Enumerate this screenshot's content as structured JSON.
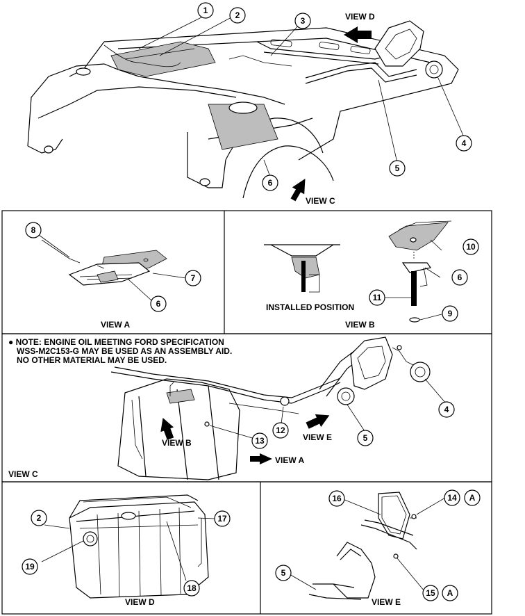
{
  "callouts": {
    "top": [
      "1",
      "2",
      "3",
      "4",
      "5",
      "6"
    ],
    "view_a": [
      "8",
      "7",
      "6"
    ],
    "view_b": [
      "10",
      "6",
      "11",
      "9"
    ],
    "view_c": [
      "4",
      "5",
      "12",
      "13"
    ],
    "view_d": [
      "2",
      "17",
      "19",
      "18"
    ],
    "view_e": [
      "16",
      "14",
      "5",
      "15"
    ],
    "ref_letter": "A"
  },
  "labels": {
    "view_d_top": "VIEW D",
    "view_c_top": "VIEW C",
    "view_a": "VIEW A",
    "view_b": "VIEW B",
    "installed_position": "INSTALLED POSITION",
    "note_line1": "● NOTE: ENGINE OIL MEETING FORD SPECIFICATION",
    "note_line2": "WSS-M2C153-G MAY BE USED AS AN ASSEMBLY AID.",
    "note_line3": "NO OTHER MATERIAL MAY BE USED.",
    "view_b_arrow": "VIEW B",
    "view_e_arrow": "VIEW E",
    "view_a_arrow": "VIEW A",
    "view_c": "VIEW C",
    "view_d": "VIEW D",
    "view_e": "VIEW E"
  }
}
